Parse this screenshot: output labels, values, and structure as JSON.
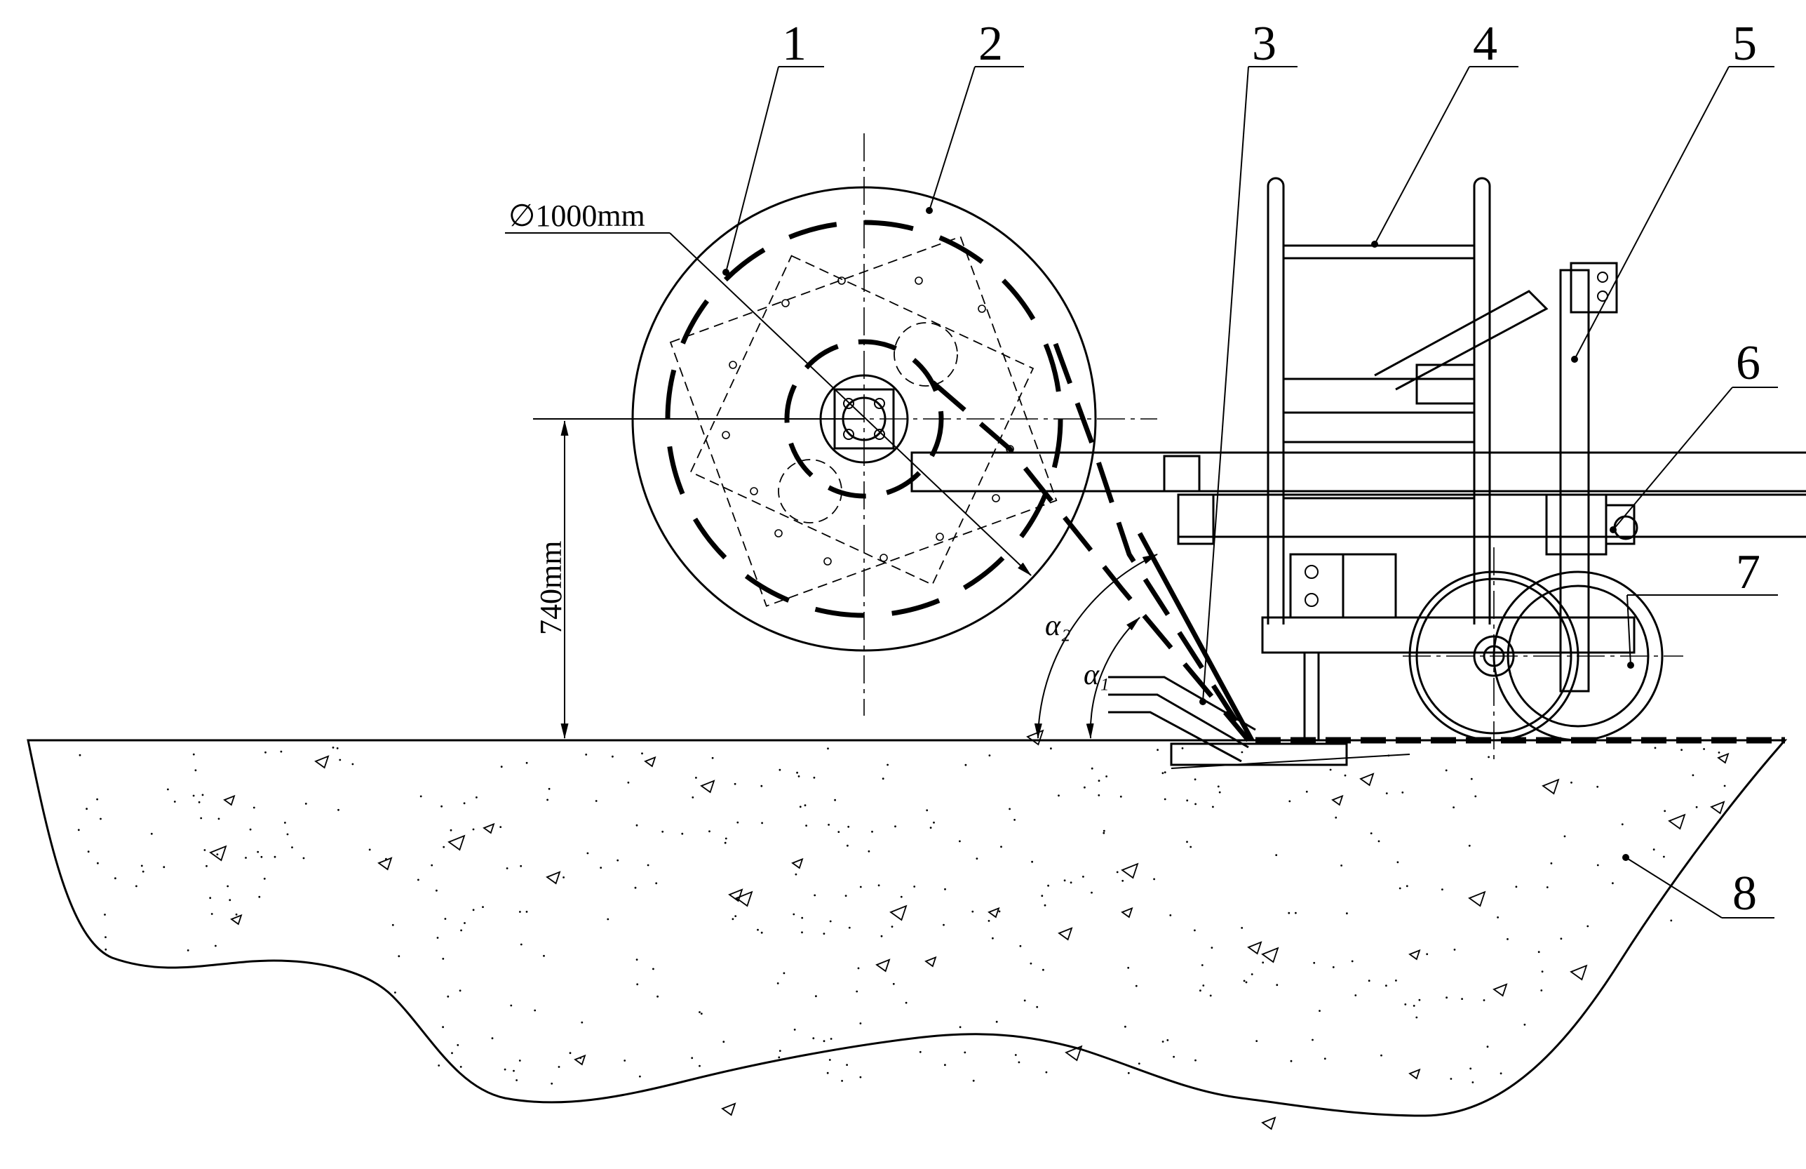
{
  "callouts": [
    {
      "label": "1"
    },
    {
      "label": "2"
    },
    {
      "label": "3"
    },
    {
      "label": "4"
    },
    {
      "label": "5"
    },
    {
      "label": "6"
    },
    {
      "label": "7"
    },
    {
      "label": "8"
    }
  ],
  "dimensions": {
    "diameter": "∅1000mm",
    "height": "740mm"
  },
  "angles": {
    "alpha1": "α₁",
    "alpha2": "α₂"
  }
}
